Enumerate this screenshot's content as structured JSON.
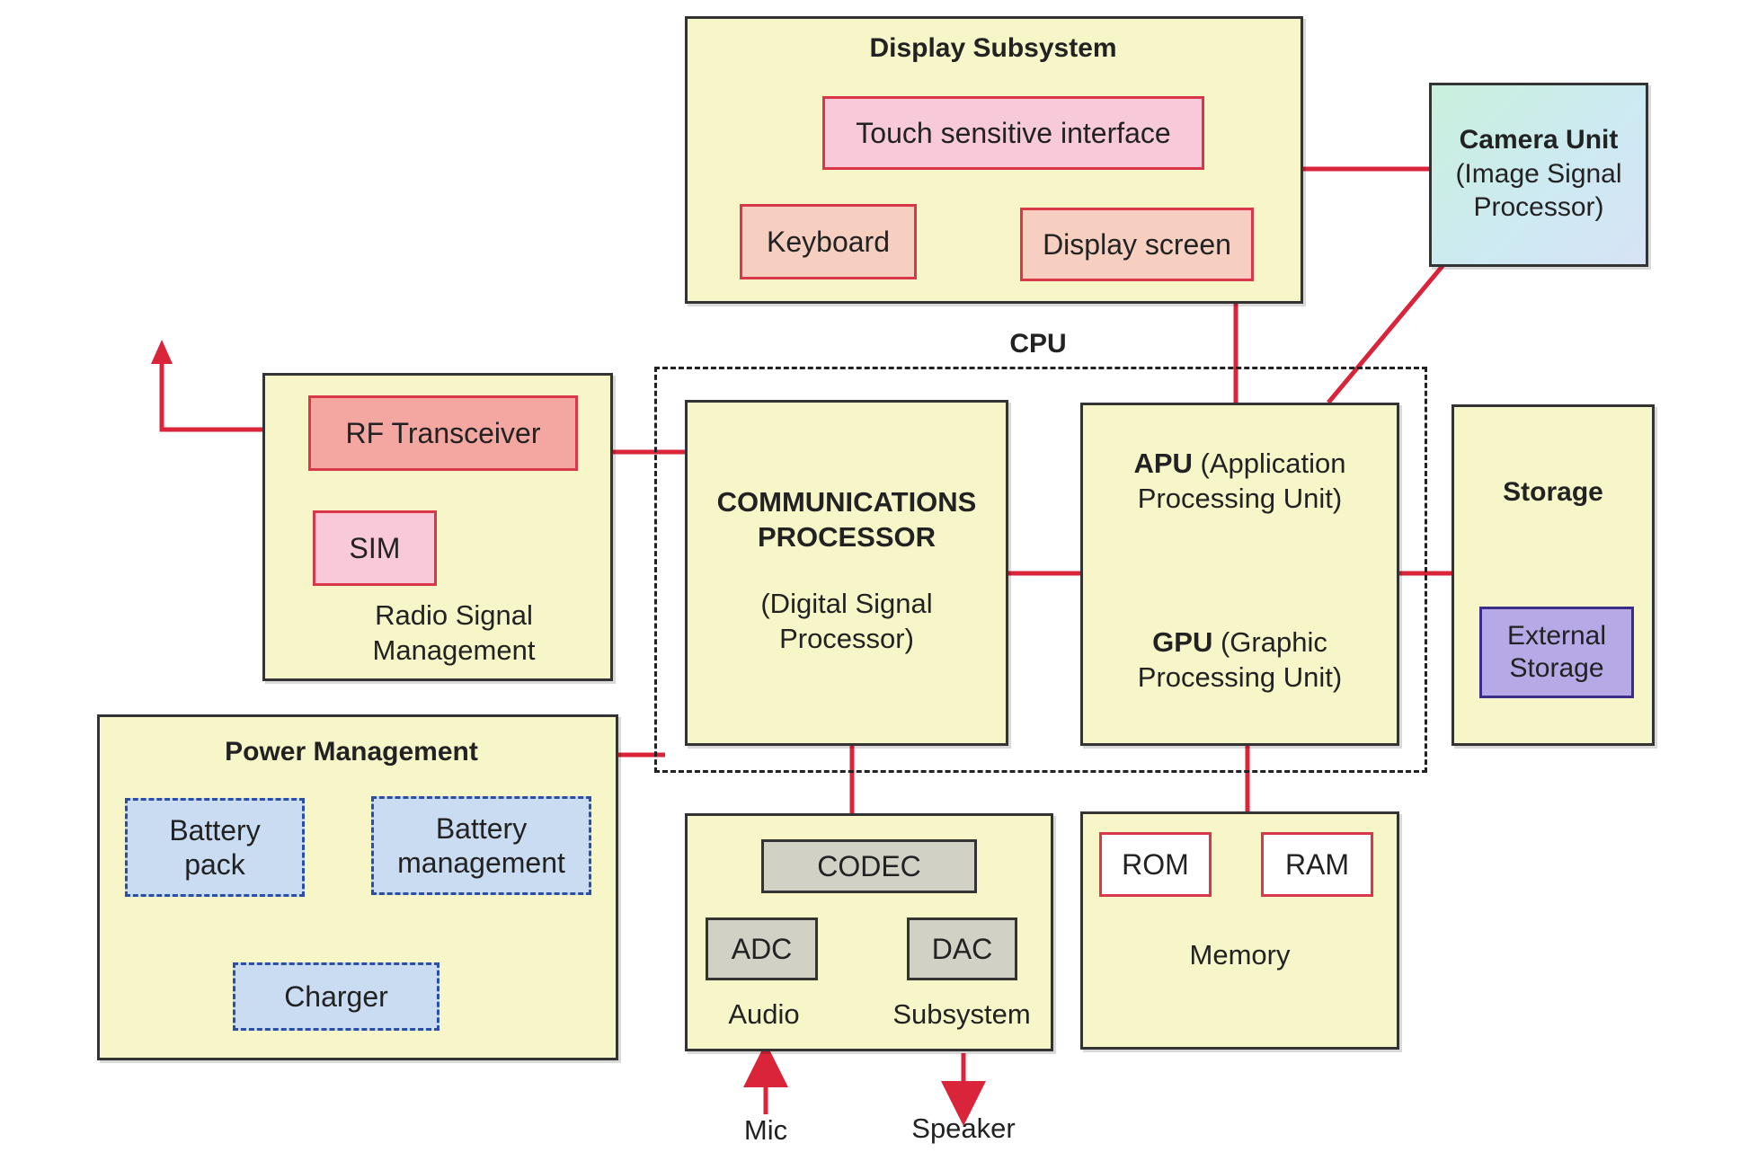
{
  "colors": {
    "box_fill": "#f7f6c9",
    "link_red": "#d9243a",
    "dashed_frame": "#222222"
  },
  "display": {
    "title": "Display Subsystem",
    "touch": "Touch sensitive interface",
    "keyboard": "Keyboard",
    "screen": "Display screen"
  },
  "camera": {
    "title": "Camera Unit",
    "sub1": "(Image Signal",
    "sub2": "Processor)"
  },
  "cpu": {
    "label": "CPU",
    "comm_title1": "COMMUNICATIONS",
    "comm_title2": "PROCESSOR",
    "comm_sub1": "(Digital Signal",
    "comm_sub2": "Processor)",
    "apu_bold": "APU",
    "apu_rest1": "(Application",
    "apu_rest2": "Processing Unit)",
    "gpu_bold": "GPU",
    "gpu_rest1": "(Graphic",
    "gpu_rest2": "Processing Unit)"
  },
  "radio": {
    "rf": "RF Transceiver",
    "sim": "SIM",
    "label1": "Radio Signal",
    "label2": "Management"
  },
  "storage": {
    "title": "Storage",
    "external1": "External",
    "external2": "Storage"
  },
  "power": {
    "title": "Power Management",
    "battery_pack1": "Battery",
    "battery_pack2": "pack",
    "battery_mgmt1": "Battery",
    "battery_mgmt2": "management",
    "charger": "Charger"
  },
  "audio": {
    "codec": "CODEC",
    "adc": "ADC",
    "dac": "DAC",
    "label_left": "Audio",
    "label_right": "Subsystem",
    "mic": "Mic",
    "speaker": "Speaker"
  },
  "memory": {
    "rom": "ROM",
    "ram": "RAM",
    "label": "Memory"
  }
}
